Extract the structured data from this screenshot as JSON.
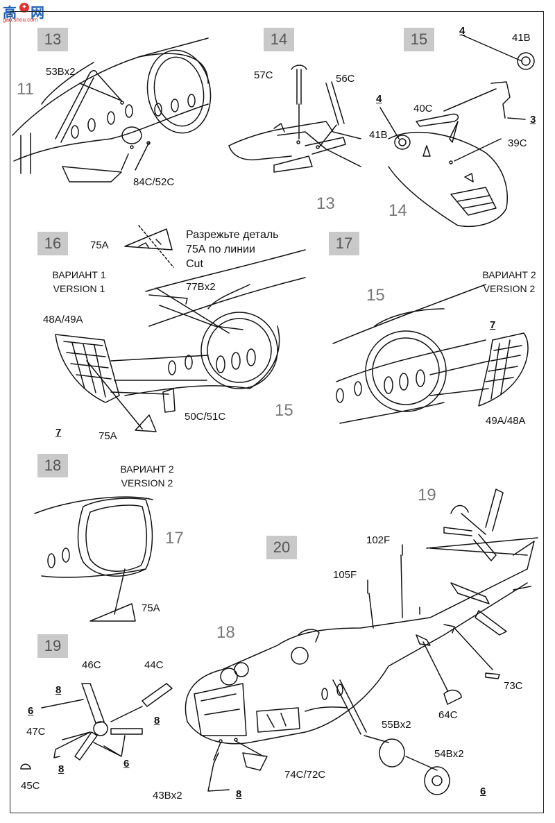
{
  "logo": {
    "char1": "高",
    "char2": "网",
    "url": "gao.shou.com",
    "star": "✦"
  },
  "steps": {
    "s13": "13",
    "s14": "14",
    "s15": "15",
    "s16": "16",
    "s17": "17",
    "s18": "18",
    "s19": "19",
    "s20": "20"
  },
  "refs": {
    "r11": "11",
    "r13": "13",
    "r14": "14",
    "r15a": "15",
    "r15b": "15",
    "r17": "17",
    "r18": "18",
    "r19": "19"
  },
  "labels": {
    "p53B": "53Bx2",
    "p84C52C": "84C/52C",
    "p57C": "57C",
    "p56C": "56C",
    "p4a": "4",
    "p41B_top": "41B",
    "p4b": "4",
    "p40C": "40C",
    "p3": "3",
    "p41B": "41B",
    "p39C": "39C",
    "p75A_cut": "75A",
    "p77B": "77Bx2",
    "p48A49A": "48A/49A",
    "p7a": "7",
    "p75A_b": "75A",
    "p50C51C": "50C/51C",
    "p7b": "7",
    "p49A48A": "49A/48A",
    "p75A_c": "75A",
    "p102F": "102F",
    "p105F": "105F",
    "p73C": "73C",
    "p64C": "64C",
    "p55B": "55Bx2",
    "p54B": "54Bx2",
    "p6c": "6",
    "p74C72C": "74C/72C",
    "p43B": "43Bx2",
    "p8d": "8",
    "p46C": "46C",
    "p44C": "44C",
    "p8a": "8",
    "p6a": "6",
    "p47C": "47C",
    "p8b": "8",
    "p8c": "8",
    "p6b": "6",
    "p45C": "45C"
  },
  "cut_note": {
    "line1": "Разрежьте деталь",
    "line2": "75А по линии",
    "line3": "Cut"
  },
  "variant1": {
    "line1": "ВАРИАНТ 1",
    "line2": "VERSION 1"
  },
  "variant2a": {
    "line1": "ВАРИАНТ 2",
    "line2": "VERSION 2"
  },
  "variant2b": {
    "line1": "ВАРИАНТ 2",
    "line2": "VERSION 2"
  }
}
